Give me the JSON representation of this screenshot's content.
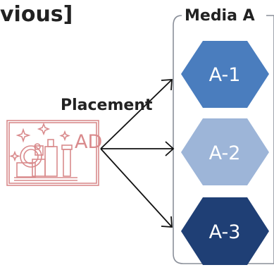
{
  "heading": "vious]",
  "media": {
    "title": "Media A"
  },
  "placement_label": "Placement",
  "ad": {
    "label": "AD",
    "color": "#d98a8c"
  },
  "panel": {
    "border_color": "#8a8f99"
  },
  "units": [
    {
      "label": "A-1",
      "color": "#4a7dbe"
    },
    {
      "label": "A-2",
      "color": "#9db5d8"
    },
    {
      "label": "A-3",
      "color": "#1f3f75"
    }
  ]
}
